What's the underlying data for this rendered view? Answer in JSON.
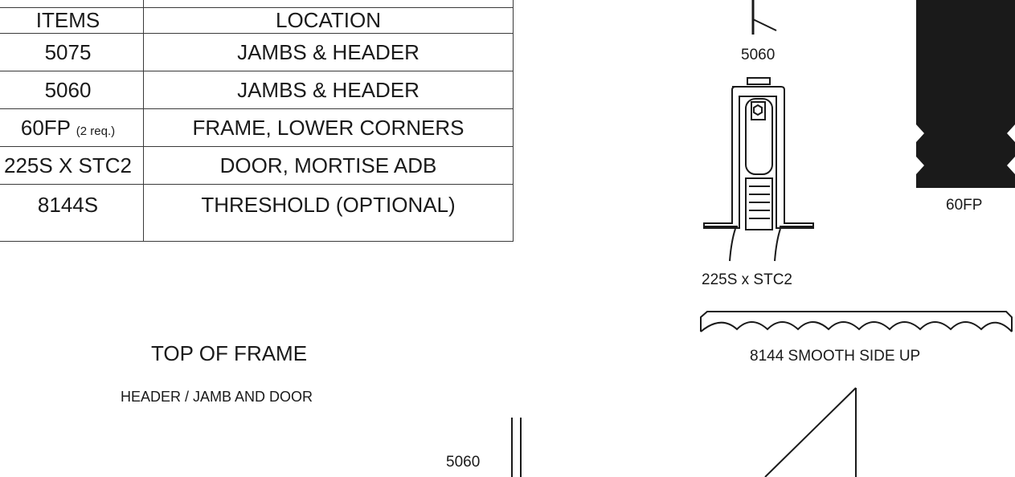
{
  "schedule": {
    "headers": {
      "items": "ITEMS",
      "location": "LOCATION"
    },
    "rows": [
      {
        "item": "5075",
        "item_note": "",
        "location": "JAMBS & HEADER"
      },
      {
        "item": "5060",
        "item_note": "",
        "location": "JAMBS & HEADER"
      },
      {
        "item": "60FP",
        "item_note": "(2 req.)",
        "location": "FRAME, LOWER CORNERS"
      },
      {
        "item": "225S X STC2",
        "item_note": "",
        "location": "DOOR, MORTISE ADB"
      },
      {
        "item": "8144S",
        "item_note": "",
        "location": "THRESHOLD (OPTIONAL)"
      }
    ]
  },
  "section": {
    "title": "TOP OF FRAME",
    "subtitle": "HEADER / JAMB AND DOOR",
    "callout": "5060"
  },
  "parts": {
    "p5060": "5060",
    "p60fp": "60FP",
    "p225s": "225S x STC2",
    "p8144": "8144 SMOOTH SIDE UP"
  },
  "colors": {
    "line": "#1a1a1a",
    "fill": "#1a1a1a"
  }
}
